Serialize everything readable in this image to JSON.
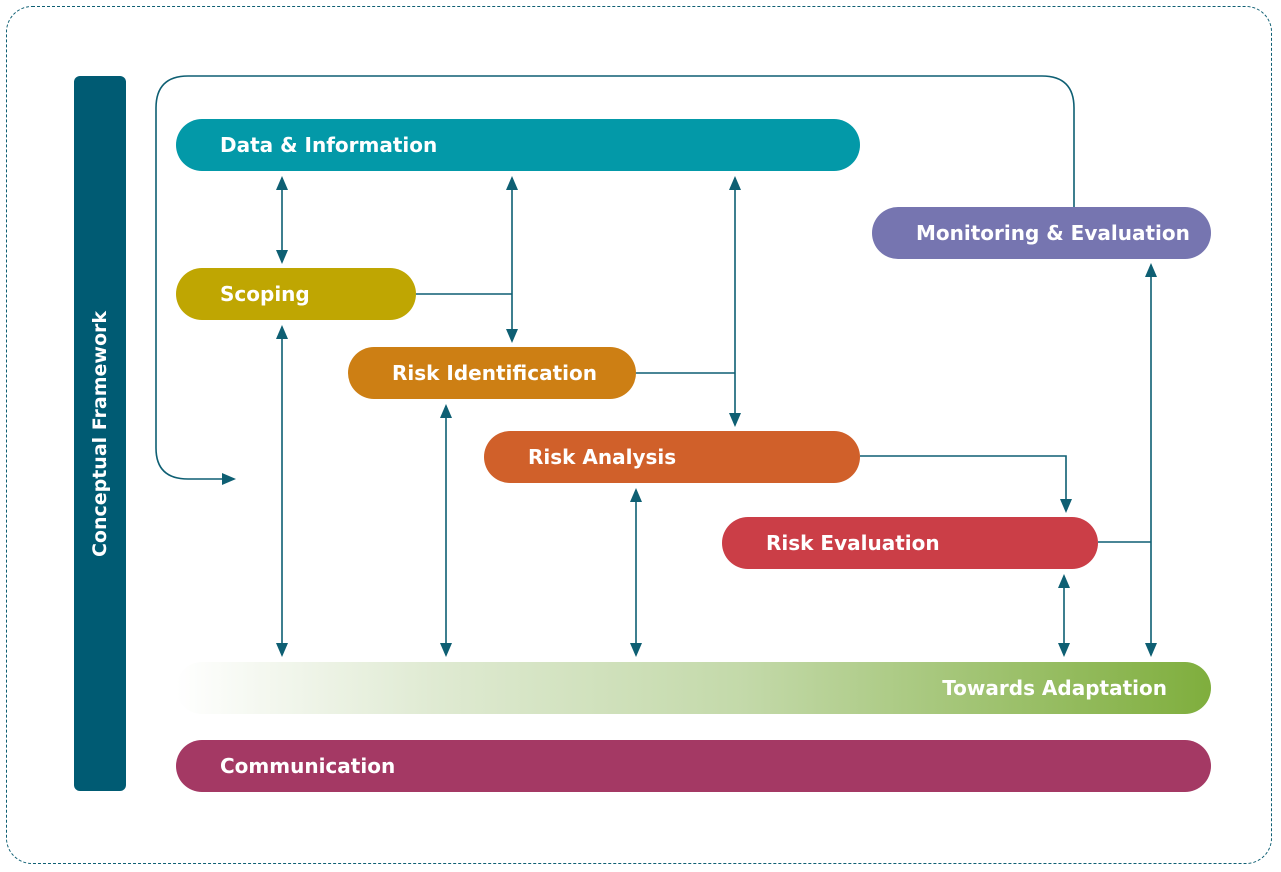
{
  "sidebar": {
    "label": "Conceptual Framework"
  },
  "nodes": {
    "data_information": "Data & Information",
    "scoping": "Scoping",
    "risk_identification": "Risk Identification",
    "risk_analysis": "Risk Analysis",
    "risk_evaluation": "Risk Evaluation",
    "monitoring_evaluation": "Monitoring & Evaluation",
    "towards_adaptation": "Towards Adaptation",
    "communication": "Communication"
  },
  "colors": {
    "frame": "#0e5f73",
    "connector": "#0e5f73",
    "sidebar": "#005b73",
    "data_information": "#0399a8",
    "scoping": "#bfa602",
    "risk_identification": "#cd7f14",
    "risk_analysis": "#d0602a",
    "risk_evaluation": "#cb3e47",
    "monitoring_evaluation": "#7675b0",
    "towards_adaptation": "#7fae3d",
    "communication": "#a43964"
  }
}
